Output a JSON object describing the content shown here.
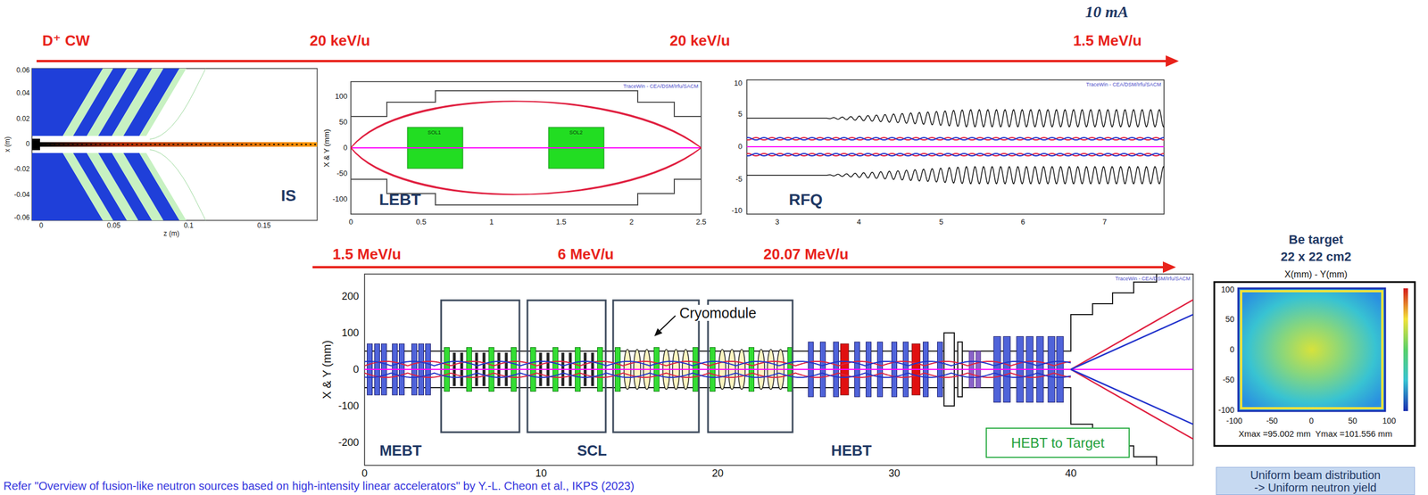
{
  "diagram": {
    "nodes": [
      {
        "text": [
          "HEBT to Target"
        ]
      },
      {
        "text": [
          "Uniform beam distribution -> Uniform neutron yield"
        ]
      }
    ],
    "labels": [
      "10 mA",
      "D⁺ CW",
      "20 keV/u",
      "20 keV/u",
      "1.5 MeV/u",
      "IS",
      "LEBT",
      "RFQ",
      "1.5 MeV/u",
      "6 MeV/u",
      "20.07 MeV/u",
      "Cryomodule",
      "MEBT",
      "SCL",
      "HEBT",
      "Be target",
      "22 x 22 cm2",
      "X(mm) - Y(mm)",
      "Xmax =95.002 mm  Ymax =101.556 mm",
      "Refer \"Overview of fusion-like neutron sources based on high-intensity linear accelerators\" by Y.-L. Cheon et al., IKPS (2023)",
      "X & Y (mm)",
      "X & Y (mm)",
      "200",
      "100",
      "0",
      "-100",
      "-200",
      "0",
      "10",
      "20",
      "30",
      "40",
      "100",
      "50",
      "0",
      "-50",
      "-100",
      "0",
      "0.5",
      "1",
      "1.5",
      "2",
      "2.5",
      "10",
      "5",
      "0",
      "-5",
      "-10",
      "3",
      "4",
      "5",
      "6",
      "7",
      "0.06",
      "0.04",
      "0.02",
      "0",
      "-0.02",
      "-0.04",
      "-0.06",
      "0",
      "0.05",
      "0.1",
      "0.15",
      "100",
      "50",
      "0",
      "-50",
      "-100",
      "-100",
      "-50",
      "0",
      "50",
      "100",
      "TraceWin - CEA/DSM/Irfu/SACM",
      "TraceWin - CEA/DSM/Irfu/SACM",
      "TraceWin - CEA/DSM/Irfu/SACM",
      "SOL1",
      "SOL2",
      "z (m)",
      "x (m)"
    ]
  }
}
